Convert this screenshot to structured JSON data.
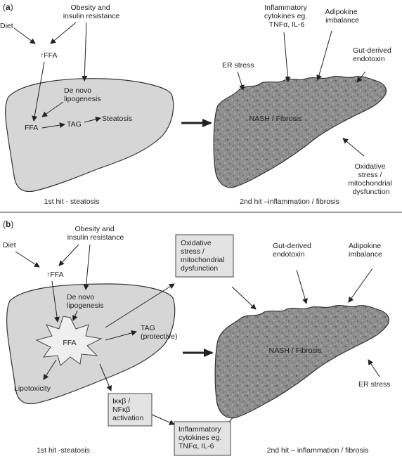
{
  "panel_a": {
    "label_open": "(",
    "label_letter": "a",
    "label_close": ")",
    "diet": "Diet",
    "obesity": [
      "Obesity and",
      "insulin resistance"
    ],
    "upffa": "↑FFA",
    "denovo": [
      "De novo",
      "lipogenesis"
    ],
    "ffa": "FFA",
    "tag": "TAG",
    "steatosis": "Steatosis",
    "hit1": "1st hit - steatosis",
    "cytokines": [
      "Inflammatory",
      "cytokines eg.",
      "TNFα, IL-6"
    ],
    "adipokine": [
      "Adipokine",
      "imbalance"
    ],
    "er": "ER stress",
    "gut": [
      "Gut-derived",
      "endotoxin"
    ],
    "nash": "NASH / Fibrosis",
    "oxidative": [
      "Oxidative",
      "stress /",
      "mitochondrial",
      "dysfunction"
    ],
    "hit2": "2nd hit –inflammation / fibrosis"
  },
  "panel_b": {
    "label_open": "(",
    "label_letter": "b",
    "label_close": ")",
    "diet": "Diet",
    "obesity": [
      "Obesity and",
      "insulin resistance"
    ],
    "upffa": "↑FFA",
    "denovo": [
      "De novo",
      "lipogenesis"
    ],
    "ffa": "FFA",
    "tag": [
      "TAG",
      "(protective)"
    ],
    "lipotoxicity": "Lipotoxicity",
    "ikk": [
      "Iκκβ /",
      "NFκβ",
      "activation"
    ],
    "oxidative_box": [
      "Oxidative",
      "stress /",
      "mitochondrial",
      "dysfunction"
    ],
    "cytokines_box": [
      "Inflammatory",
      "cytokines eg.",
      "TNFα, IL-6"
    ],
    "gut": [
      "Gut-derived",
      "endotoxin"
    ],
    "adipokine": [
      "Adipokine",
      "imbalance"
    ],
    "nash": "NASH / Fibrosis",
    "er": "ER stress",
    "hit1": "1st hit -steatosis",
    "hit2": "2nd hit – inflammation / fibrosis"
  }
}
